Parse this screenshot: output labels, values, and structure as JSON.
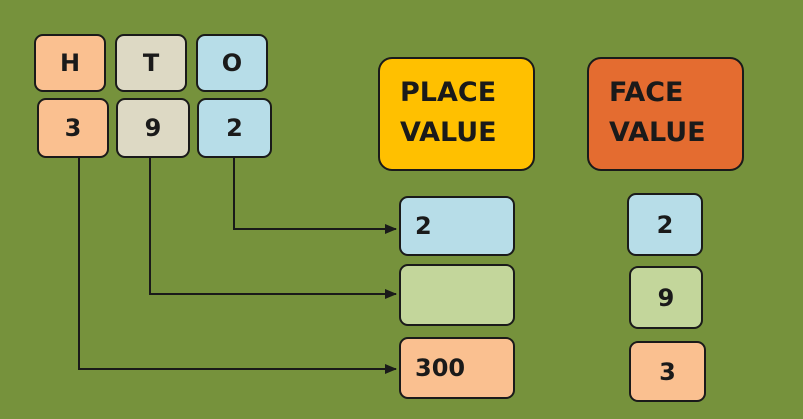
{
  "columns": [
    {
      "header": "H",
      "digit": "3",
      "color": "#fac090"
    },
    {
      "header": "T",
      "digit": "9",
      "color": "#ddd9c4"
    },
    {
      "header": "O",
      "digit": "2",
      "color": "#b7dde8"
    }
  ],
  "place_value": {
    "title_line1": "PLACE",
    "title_line2": "VALUE",
    "color": "#ffc000",
    "values": [
      "2",
      "",
      "300"
    ],
    "colors": [
      "#b7dde8",
      "#c3d69b",
      "#fac090"
    ]
  },
  "face_value": {
    "title_line1": "FACE",
    "title_line2": "VALUE",
    "color": "#e46c30",
    "values": [
      "2",
      "9",
      "3"
    ],
    "colors": [
      "#b7dde8",
      "#c3d69b",
      "#fac090"
    ]
  }
}
